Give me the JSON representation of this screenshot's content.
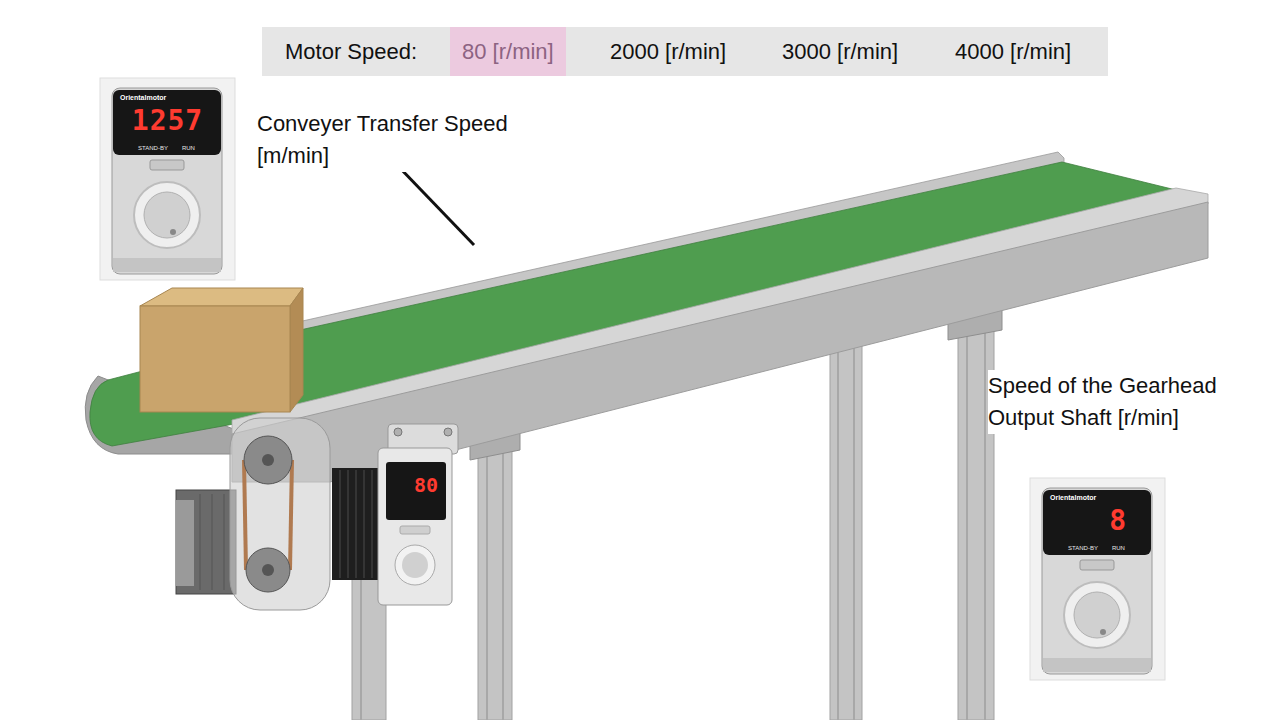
{
  "diagram": {
    "nodes": [
      {
        "text": [
          "Motor Speed:"
        ]
      },
      {
        "text": [
          "80 [r/min]"
        ],
        "in": 0
      },
      {
        "text": [
          "2000 [r/min]"
        ],
        "in": 0
      },
      {
        "text": [
          "3000 [r/min]"
        ],
        "in": 0
      },
      {
        "text": [
          "4000 [r/min]"
        ],
        "in": 0
      },
      {
        "text": [
          "Orientalmotor",
          "1257",
          "STAND-BY",
          "RUN"
        ]
      },
      {
        "text": [
          "80"
        ]
      },
      {
        "text": [
          "Orientalmotor",
          "8",
          "STAND-BY",
          "RUN"
        ]
      }
    ],
    "labels": [
      "Conveyer Transfer Speed [m/min]",
      "Speed of the Gearhead Output Shaft [r/min]"
    ]
  }
}
